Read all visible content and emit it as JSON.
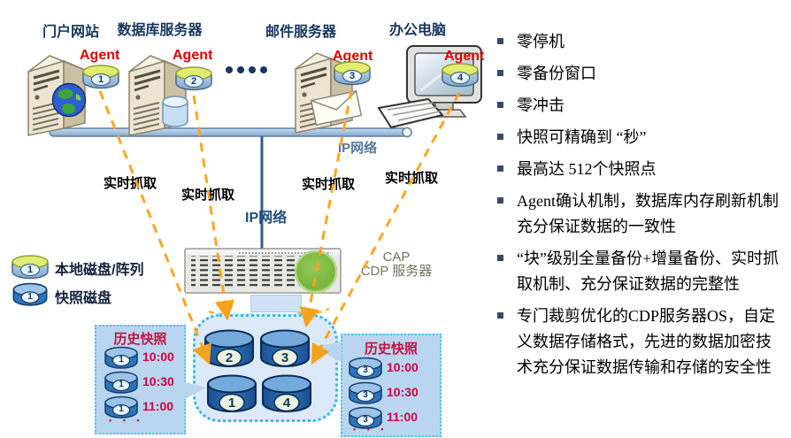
{
  "devices": [
    {
      "label": "门户网站",
      "agent": "Agent",
      "disk_num": "1"
    },
    {
      "label": "数据库服务器",
      "agent": "Agent",
      "disk_num": "2"
    },
    {
      "label": "邮件服务器",
      "agent": "Agent",
      "disk_num": "3"
    },
    {
      "label": "办公电脑",
      "agent": "Agent",
      "disk_num": "4"
    }
  ],
  "network": {
    "lan_label": "IP网络",
    "trunk_label": "IP网络"
  },
  "capture_labels": [
    "实时抓取",
    "实时抓取",
    "实时抓取",
    "实时抓取"
  ],
  "cdp_server": {
    "name_line1": "CAP",
    "name_line2": "CDP 服务器"
  },
  "legend": {
    "local_disk": {
      "label": "本地磁盘/阵列",
      "disk_num": "1"
    },
    "snapshot_disk": {
      "label": "快照磁盘",
      "disk_num": "1"
    }
  },
  "snapshot_pool": {
    "disks": [
      "2",
      "3",
      "1",
      "4"
    ]
  },
  "history_left": {
    "title": "历史快照",
    "disk_num": "1",
    "times": [
      "10:00",
      "10:30",
      "11:00"
    ],
    "more": "▪ ▪ ▪"
  },
  "history_right": {
    "title": "历史快照",
    "disk_num": "3",
    "times": [
      "10:00",
      "10:30",
      "11:00"
    ],
    "more": "▪ ▪ ▪"
  },
  "features": {
    "items": [
      "零停机",
      "零备份窗口",
      "零冲击",
      "快照可精确到 “秒”",
      "最高达 512个快照点",
      "Agent确认机制，数据库内存刷新机制充分保证数据的一致性",
      "“块”级别全量备份+增量备份、实时抓取机制、充分保证数据的完整性",
      "专门裁剪优化的CDP服务器OS，自定义数据存储格式，先进的数据加密技术充分保证数据传输和存储的安全性"
    ]
  },
  "colors": {
    "title_navy": "#17365D",
    "agent_red": "#E00000",
    "dash_orange": "#FFA422",
    "network_blue": "#8FB2D6",
    "history_pink": "#D10045",
    "callout_cyan": "#2FBCE8",
    "server_green": "#7CBA3F"
  }
}
